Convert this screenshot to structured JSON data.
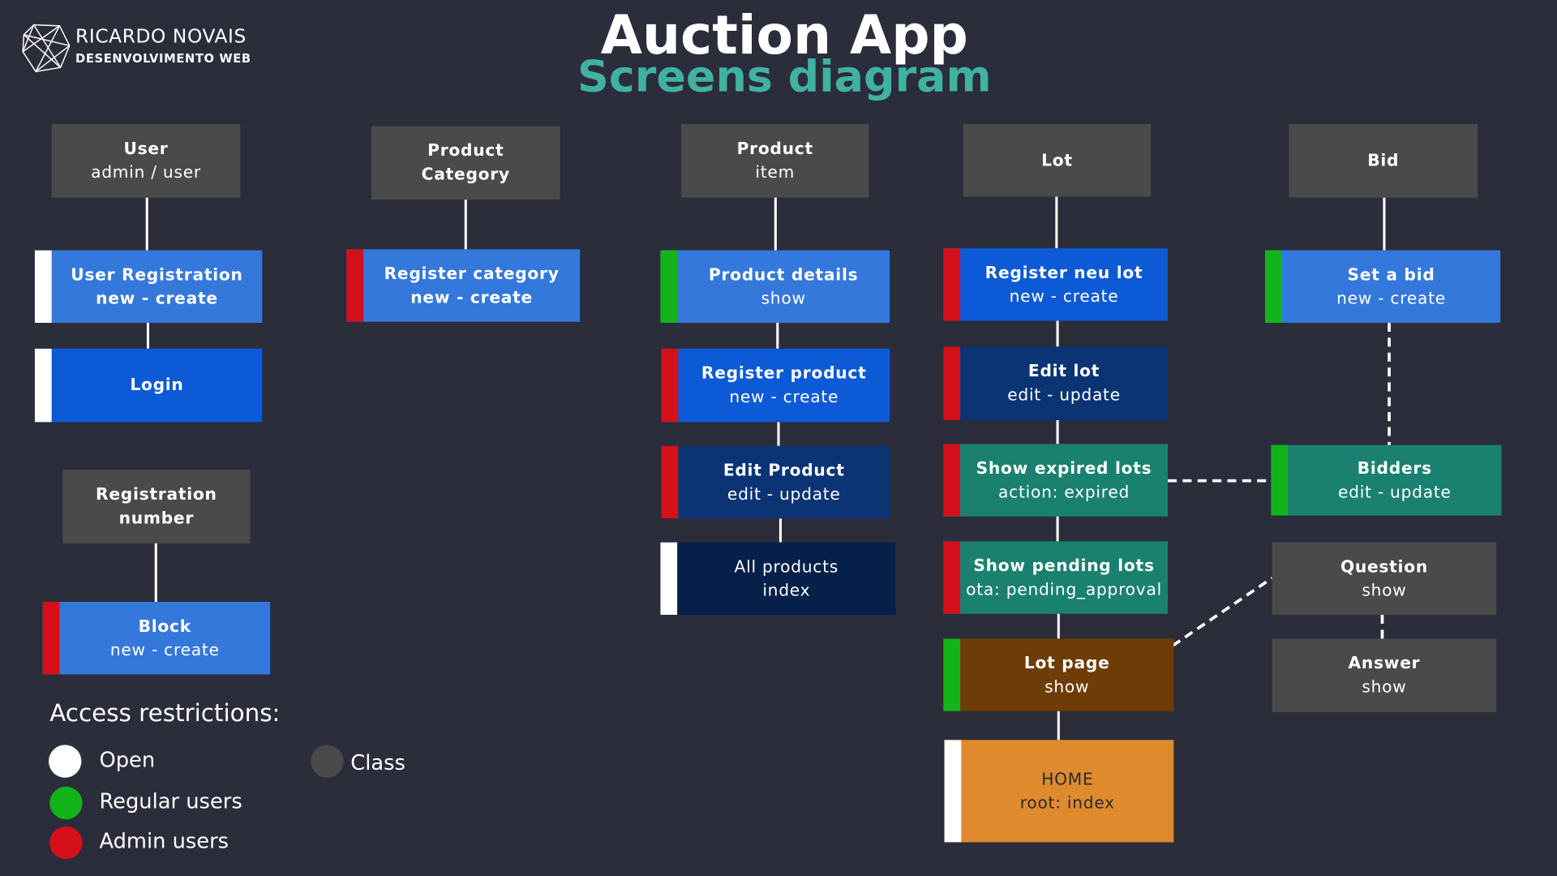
{
  "brand": {
    "name": "RICARDO NOVAIS",
    "subtitle": "DESENVOLVIMENTO WEB",
    "icon": "polygon-network-icon"
  },
  "title": {
    "main": "Auction App",
    "sub": "Screens diagram"
  },
  "colors": {
    "background": "#2b2d3b",
    "open": "#ffffff",
    "regular": "#13b41a",
    "admin": "#d6101a",
    "class": "#4a4a4a",
    "title_accent": "#40b2a3"
  },
  "nodes": {
    "user": {
      "l1": "User",
      "l2": "admin / user"
    },
    "user_registration": {
      "l1": "User Registration",
      "l2": "new - create",
      "access": "open"
    },
    "login": {
      "l1": "Login",
      "access": "open"
    },
    "registration_number": {
      "l1": "Registration",
      "l2": "number"
    },
    "block": {
      "l1": "Block",
      "l2": "new - create",
      "access": "admin"
    },
    "product_category": {
      "l1": "Product",
      "l2": "Category"
    },
    "register_category": {
      "l1": "Register category",
      "l2": "new - create",
      "access": "admin"
    },
    "product": {
      "l1": "Product",
      "l2": "item"
    },
    "product_details": {
      "l1": "Product details",
      "l2": "show",
      "access": "regular"
    },
    "register_product": {
      "l1": "Register product",
      "l2": "new - create",
      "access": "admin"
    },
    "edit_product": {
      "l1": "Edit Product",
      "l2": "edit - update",
      "access": "admin"
    },
    "all_products": {
      "l1": "All products",
      "l2": "index",
      "access": "open"
    },
    "lot": {
      "l1": "Lot"
    },
    "register_lot": {
      "l1": "Register neu lot",
      "l2": "new - create",
      "access": "admin"
    },
    "edit_lot": {
      "l1": "Edit lot",
      "l2": "edit - update",
      "access": "admin"
    },
    "show_expired": {
      "l1": "Show expired lots",
      "l2": "action: expired",
      "access": "admin"
    },
    "show_pending": {
      "l1": "Show pending lots",
      "l2": "ota: pending_approval",
      "access": "admin"
    },
    "lot_page": {
      "l1": "Lot page",
      "l2": "show",
      "access": "regular"
    },
    "home": {
      "l1": "HOME",
      "l2": "root: index",
      "access": "open"
    },
    "bid": {
      "l1": "Bid"
    },
    "set_bid": {
      "l1": "Set a bid",
      "l2": "new - create",
      "access": "regular"
    },
    "bidders": {
      "l1": "Bidders",
      "l2": "edit - update",
      "access": "regular"
    },
    "question": {
      "l1": "Question",
      "l2": "show"
    },
    "answer": {
      "l1": "Answer",
      "l2": "show"
    }
  },
  "legend": {
    "title": "Access restrictions:",
    "items": [
      {
        "label": "Open",
        "color": "#ffffff"
      },
      {
        "label": "Regular users",
        "color": "#13b41a"
      },
      {
        "label": "Admin users",
        "color": "#d6101a"
      },
      {
        "label": "Class",
        "color": "#4a4a4a"
      }
    ]
  }
}
